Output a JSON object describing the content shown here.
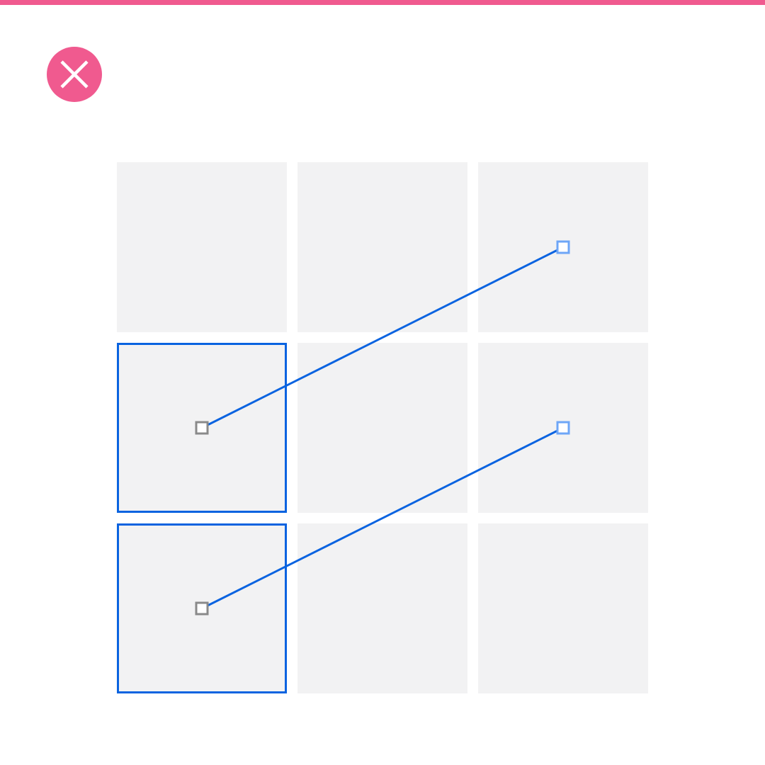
{
  "colors": {
    "accent": "#F05A8F",
    "cell_fill": "#F2F2F3",
    "selection": "#0A63E0",
    "source_handle": "#8A8A8A",
    "target_handle": "#6EA6F7",
    "background": "#FFFFFF"
  },
  "icons": {
    "close": "close-icon"
  },
  "grid": {
    "rows": 3,
    "cols": 3,
    "selected_cells": [
      [
        1,
        0
      ],
      [
        2,
        0
      ]
    ]
  },
  "connections": [
    {
      "from": [
        1,
        0
      ],
      "to": [
        0,
        2
      ]
    },
    {
      "from": [
        2,
        0
      ],
      "to": [
        1,
        2
      ]
    }
  ]
}
